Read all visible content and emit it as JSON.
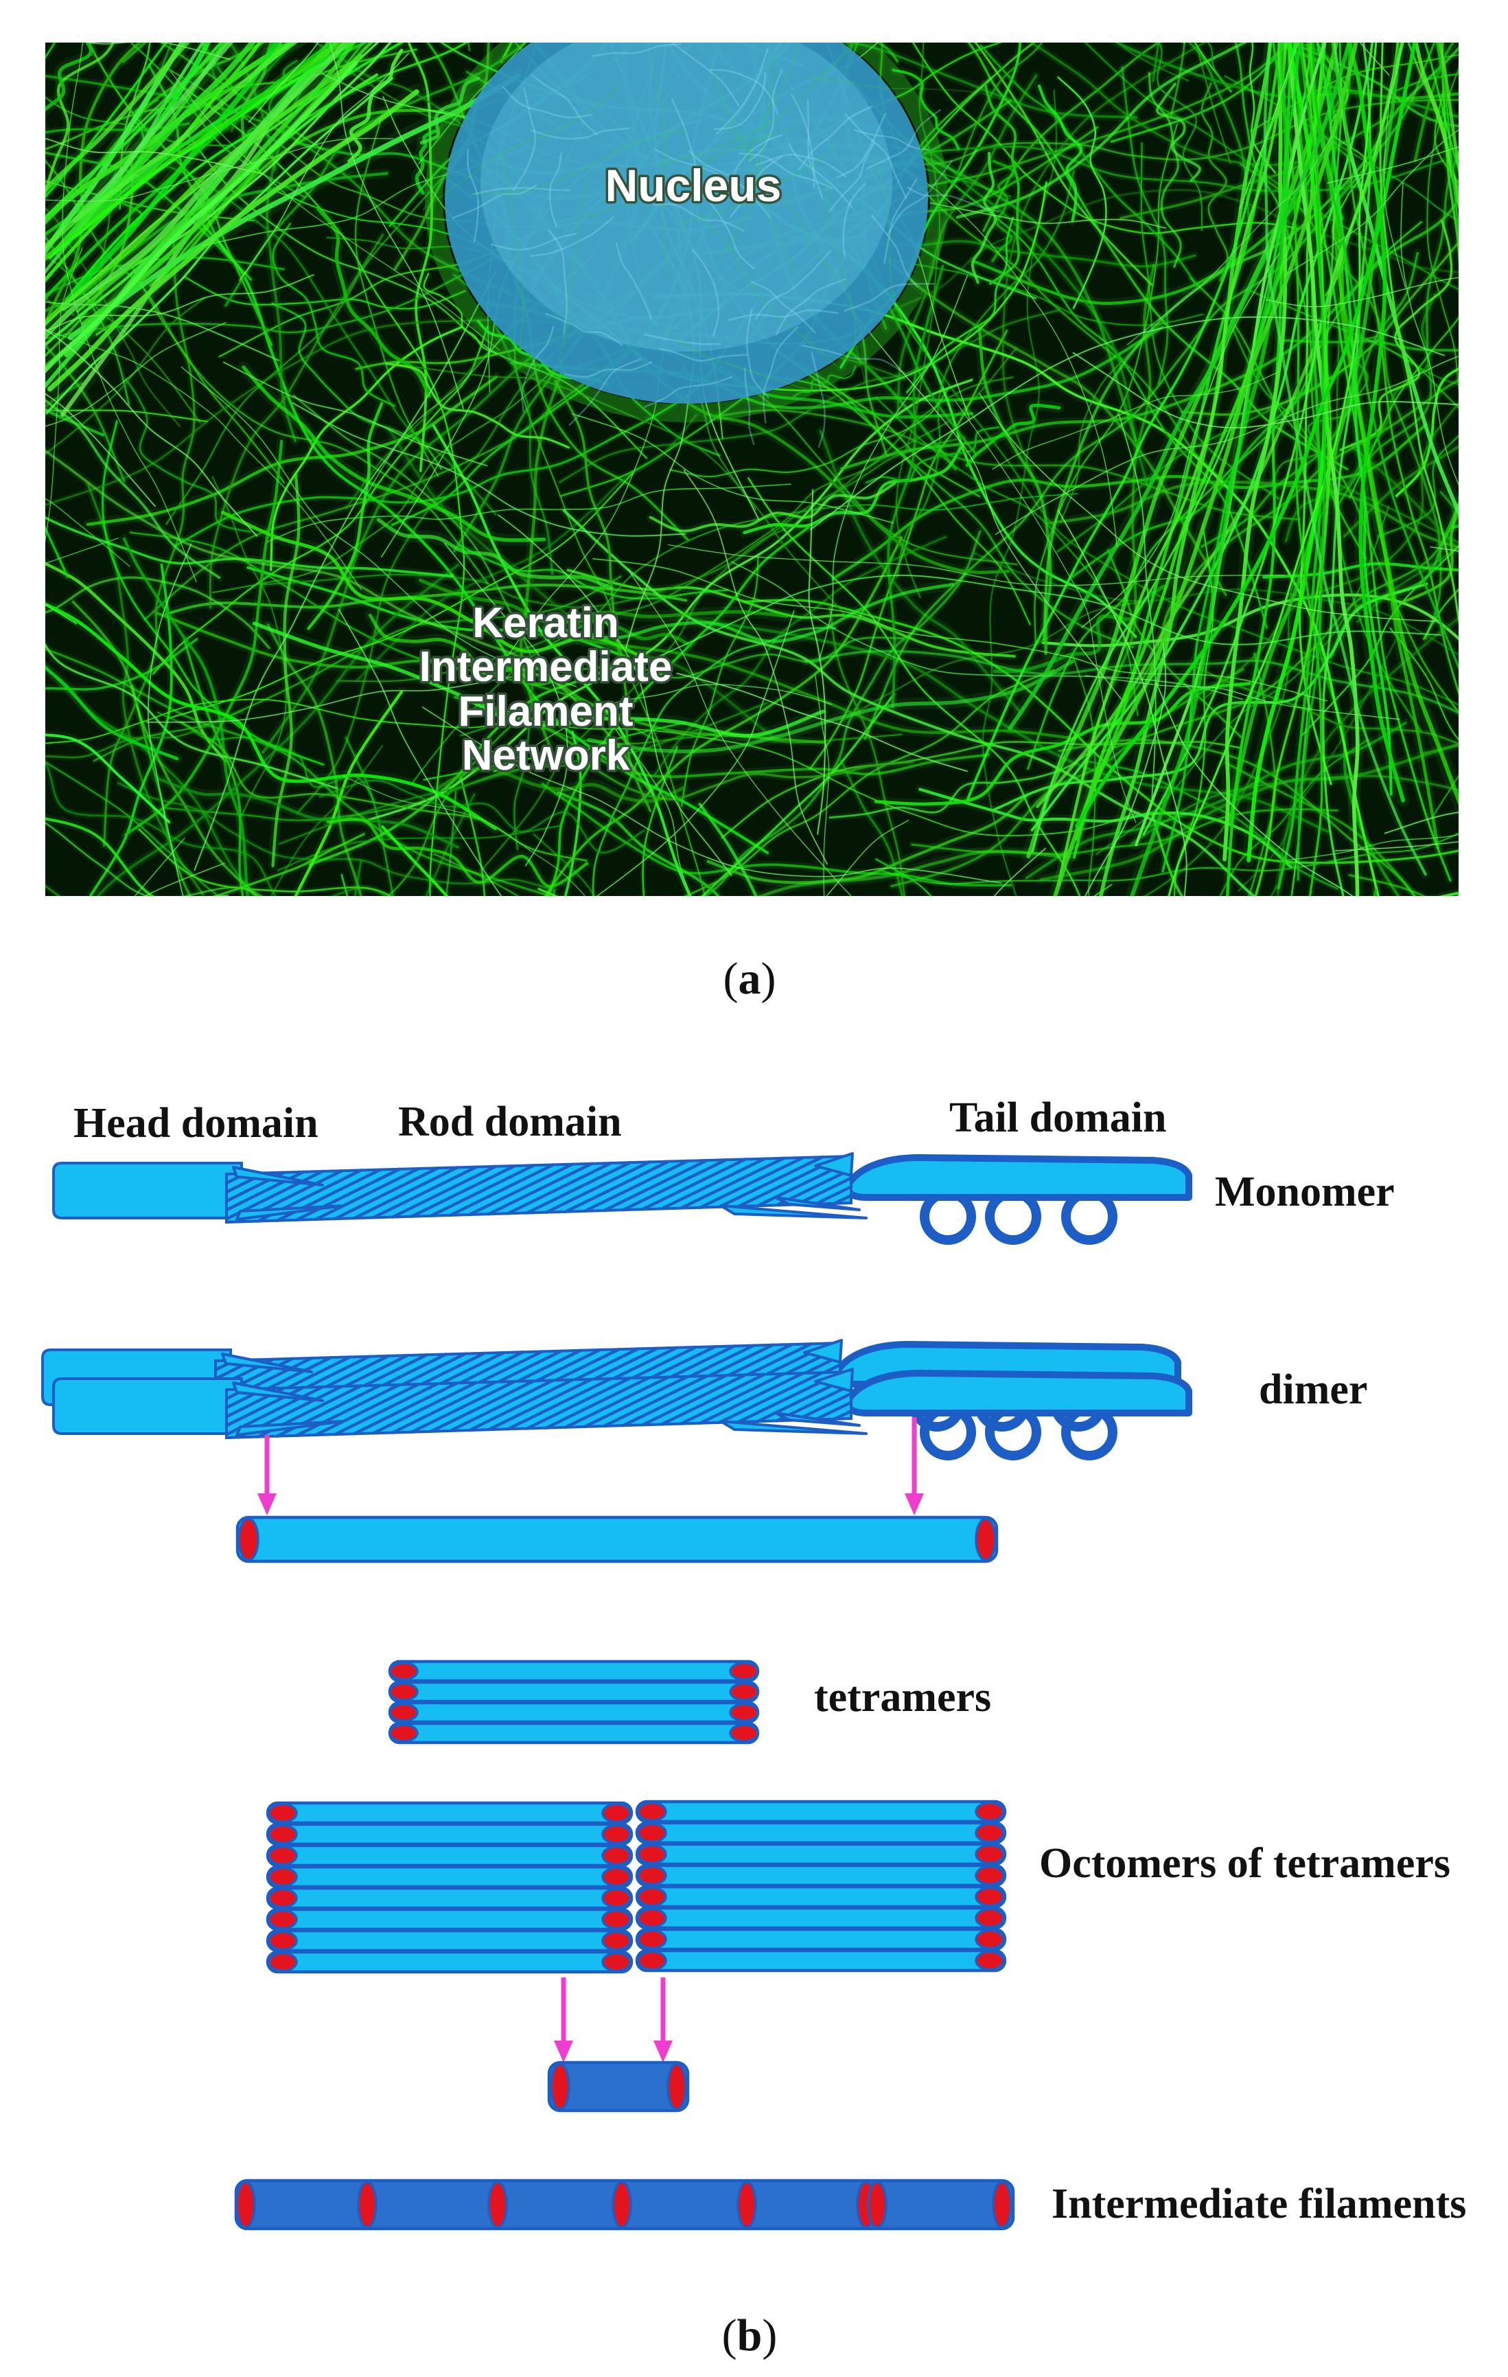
{
  "figure": {
    "panel_a": {
      "nucleus_label": "Nucleus",
      "network_label_lines": [
        "Keratin",
        "Intermediate",
        "Filament",
        "Network"
      ],
      "caption": {
        "open": "(",
        "letter": "a",
        "close": ")"
      }
    },
    "panel_b": {
      "head_domain_label": "Head domain",
      "rod_domain_label": "Rod domain",
      "tail_domain_label": "Tail domain",
      "monomer_label": "Monomer",
      "dimer_label": "dimer",
      "tetramers_label": "tetramers",
      "octomers_label": "Octomers of tetramers",
      "filaments_label": "Intermediate filaments",
      "caption": {
        "open": "(",
        "letter": "b",
        "close": ")"
      }
    }
  },
  "colors": {
    "filament_green": "#2fd626",
    "nucleus_blue": "#3196c3",
    "rod_cyan": "#16bdf2",
    "outline_blue": "#1c5ec6",
    "end_cap_red": "#e4141f",
    "segment_blue": "#2b70cc",
    "arrow_magenta": "#f03ccf"
  }
}
